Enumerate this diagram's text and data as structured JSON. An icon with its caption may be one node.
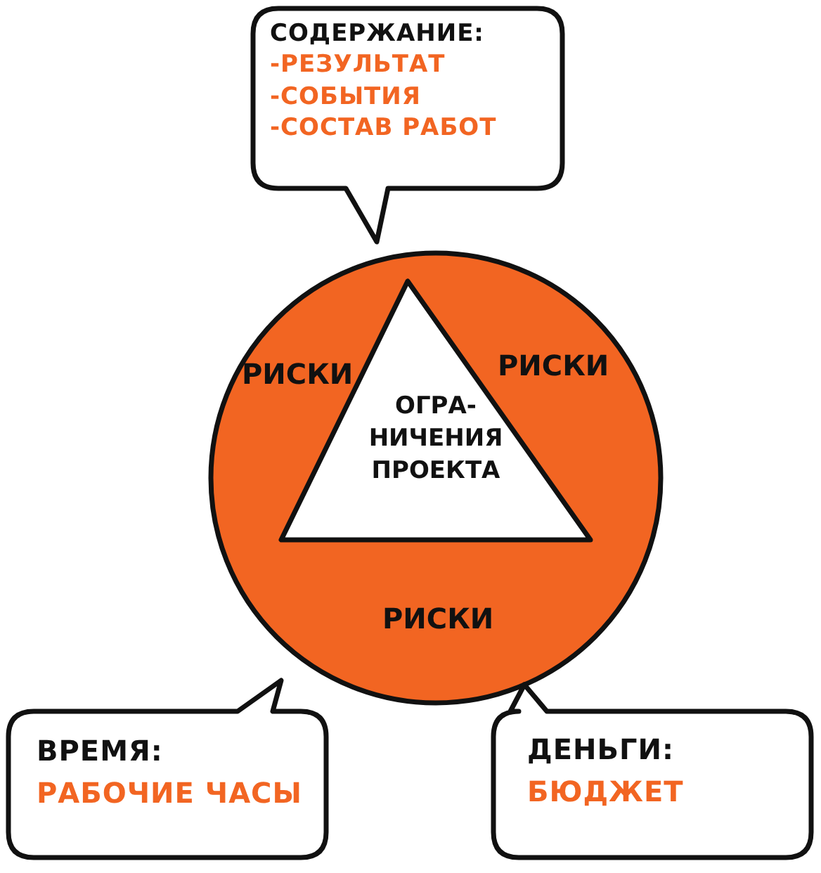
{
  "diagram": {
    "nodes": [
      {
        "text": [
          "СОДЕРЖАНИЕ:",
          "-РЕЗУЛЬТАТ",
          "-СОБЫТИЯ",
          "-СОСТАВ РАБОТ"
        ]
      },
      {
        "text": [
          "РИСКИ",
          "РИСКИ",
          "РИСКИ"
        ]
      },
      {
        "text": [
          "ОГРА- НИЧЕНИЯ ПРОЕКТА"
        ],
        "in": 1
      },
      {
        "text": [
          "ВРЕМЯ:",
          "РАБОЧИЕ ЧАСЫ"
        ]
      },
      {
        "text": [
          "ДЕНЬГИ:",
          "БЮДЖЕТ"
        ]
      }
    ]
  }
}
